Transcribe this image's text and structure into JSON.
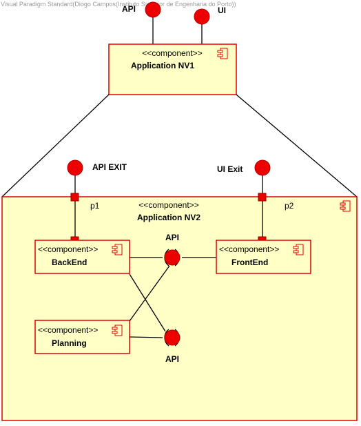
{
  "watermark": "Visual Paradigm Standard(Diogo Campos(Instituto Superior de Engenharia do Porto))",
  "top_interfaces": {
    "api": "API",
    "ui": "UI"
  },
  "nv1": {
    "stereotype": "<<component>>",
    "name": "Application NV1"
  },
  "nv2": {
    "stereotype": "<<component>>",
    "name": "Application NV2",
    "port_p1": "p1",
    "port_p2": "p2",
    "api_exit": "API EXIT",
    "ui_exit": "UI Exit"
  },
  "backend": {
    "stereotype": "<<component>>",
    "name": "BackEnd"
  },
  "frontend": {
    "stereotype": "<<component>>",
    "name": "FrontEnd"
  },
  "planning": {
    "stereotype": "<<component>>",
    "name": "Planning"
  },
  "api_upper": "API",
  "api_lower": "API",
  "colors": {
    "border": "#e00000",
    "fill": "#ffffc6",
    "interface": "#ee0000"
  }
}
